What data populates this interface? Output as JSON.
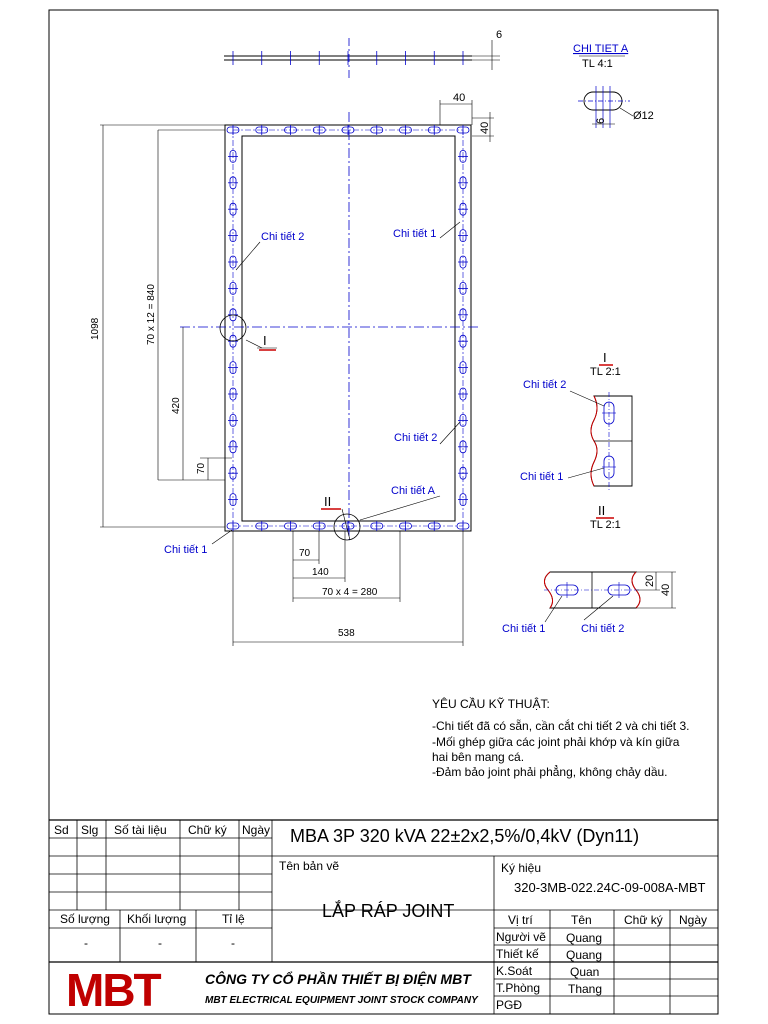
{
  "drawing": {
    "dim_top_thickness": "6",
    "dim_40_w": "40",
    "dim_40_h": "40",
    "dim_height": "1098",
    "dim_holes_vertical": "70 x 12 = 840",
    "dim_420": "420",
    "dim_70_v": "70",
    "dim_70_h": "70",
    "dim_140": "140",
    "dim_holes_horizontal": "70 x 4 = 280",
    "dim_width": "538",
    "labels": {
      "chi_tiet_1": "Chi tiết 1",
      "chi_tiet_2": "Chi tiết 2",
      "chi_tiet_a": "Chi tiết A",
      "section_i": "I",
      "section_ii": "II"
    },
    "detail_a": {
      "title": "CHI TIET A",
      "scale": "TL 4:1",
      "hole_dia": "Ø12",
      "slot_w": "6"
    },
    "detail_i": {
      "title": "I",
      "scale": "TL 2:1"
    },
    "detail_ii": {
      "title": "II",
      "scale": "TL 2:1",
      "dim_20": "20",
      "dim_40": "40"
    }
  },
  "requirements": {
    "title": "YÊU CẦU KỸ THUẬT:",
    "line1": "-Chi tiết đã có sẵn, cần cắt chi tiết 2 và chi tiết 3.",
    "line2": "-Mối ghép giữa các joint phải khớp và kín giữa",
    "line3": "hai bên mang cá.",
    "line4": "-Đảm bảo joint phải phẳng, không chảy dầu."
  },
  "title_block": {
    "headers": {
      "sd": "Sd",
      "slg": "Slg",
      "so_tai_lieu": "Số tài liệu",
      "chu_ky": "Chữ ký",
      "ngay": "Ngày"
    },
    "product": "MBA 3P 320 kVA 22±2x2,5%/0,4kV (Dyn11)",
    "ten_ban_ve_label": "Tên bản vẽ",
    "ten_ban_ve": "LẮP RÁP JOINT",
    "ky_hieu_label": "Ký hiệu",
    "ky_hieu": "320-3MB-022.24C-09-008A-MBT",
    "so_luong_label": "Số lượng",
    "khoi_luong_label": "Khối lượng",
    "ti_le_label": "Tỉ lệ",
    "so_luong": "-",
    "khoi_luong": "-",
    "ti_le": "-",
    "sign_headers": {
      "vi_tri": "Vị trí",
      "ten": "Tên",
      "chu_ky": "Chữ ký",
      "ngay": "Ngày"
    },
    "roles": [
      {
        "role": "Người vẽ",
        "name": "Quang"
      },
      {
        "role": "Thiết kế",
        "name": "Quang"
      },
      {
        "role": "K.Soát",
        "name": "Quan"
      },
      {
        "role": "T.Phòng",
        "name": "Thang"
      },
      {
        "role": "PGĐ",
        "name": ""
      }
    ],
    "logo": "MBT",
    "company_vn": "CÔNG TY CỔ PHẦN THIẾT BỊ ĐIỆN MBT",
    "company_en": "MBT ELECTRICAL EQUIPMENT JOINT STOCK COMPANY"
  },
  "colors": {
    "accent": "#0000cc",
    "red": "#cc0000",
    "logo_red": "#c00000"
  }
}
